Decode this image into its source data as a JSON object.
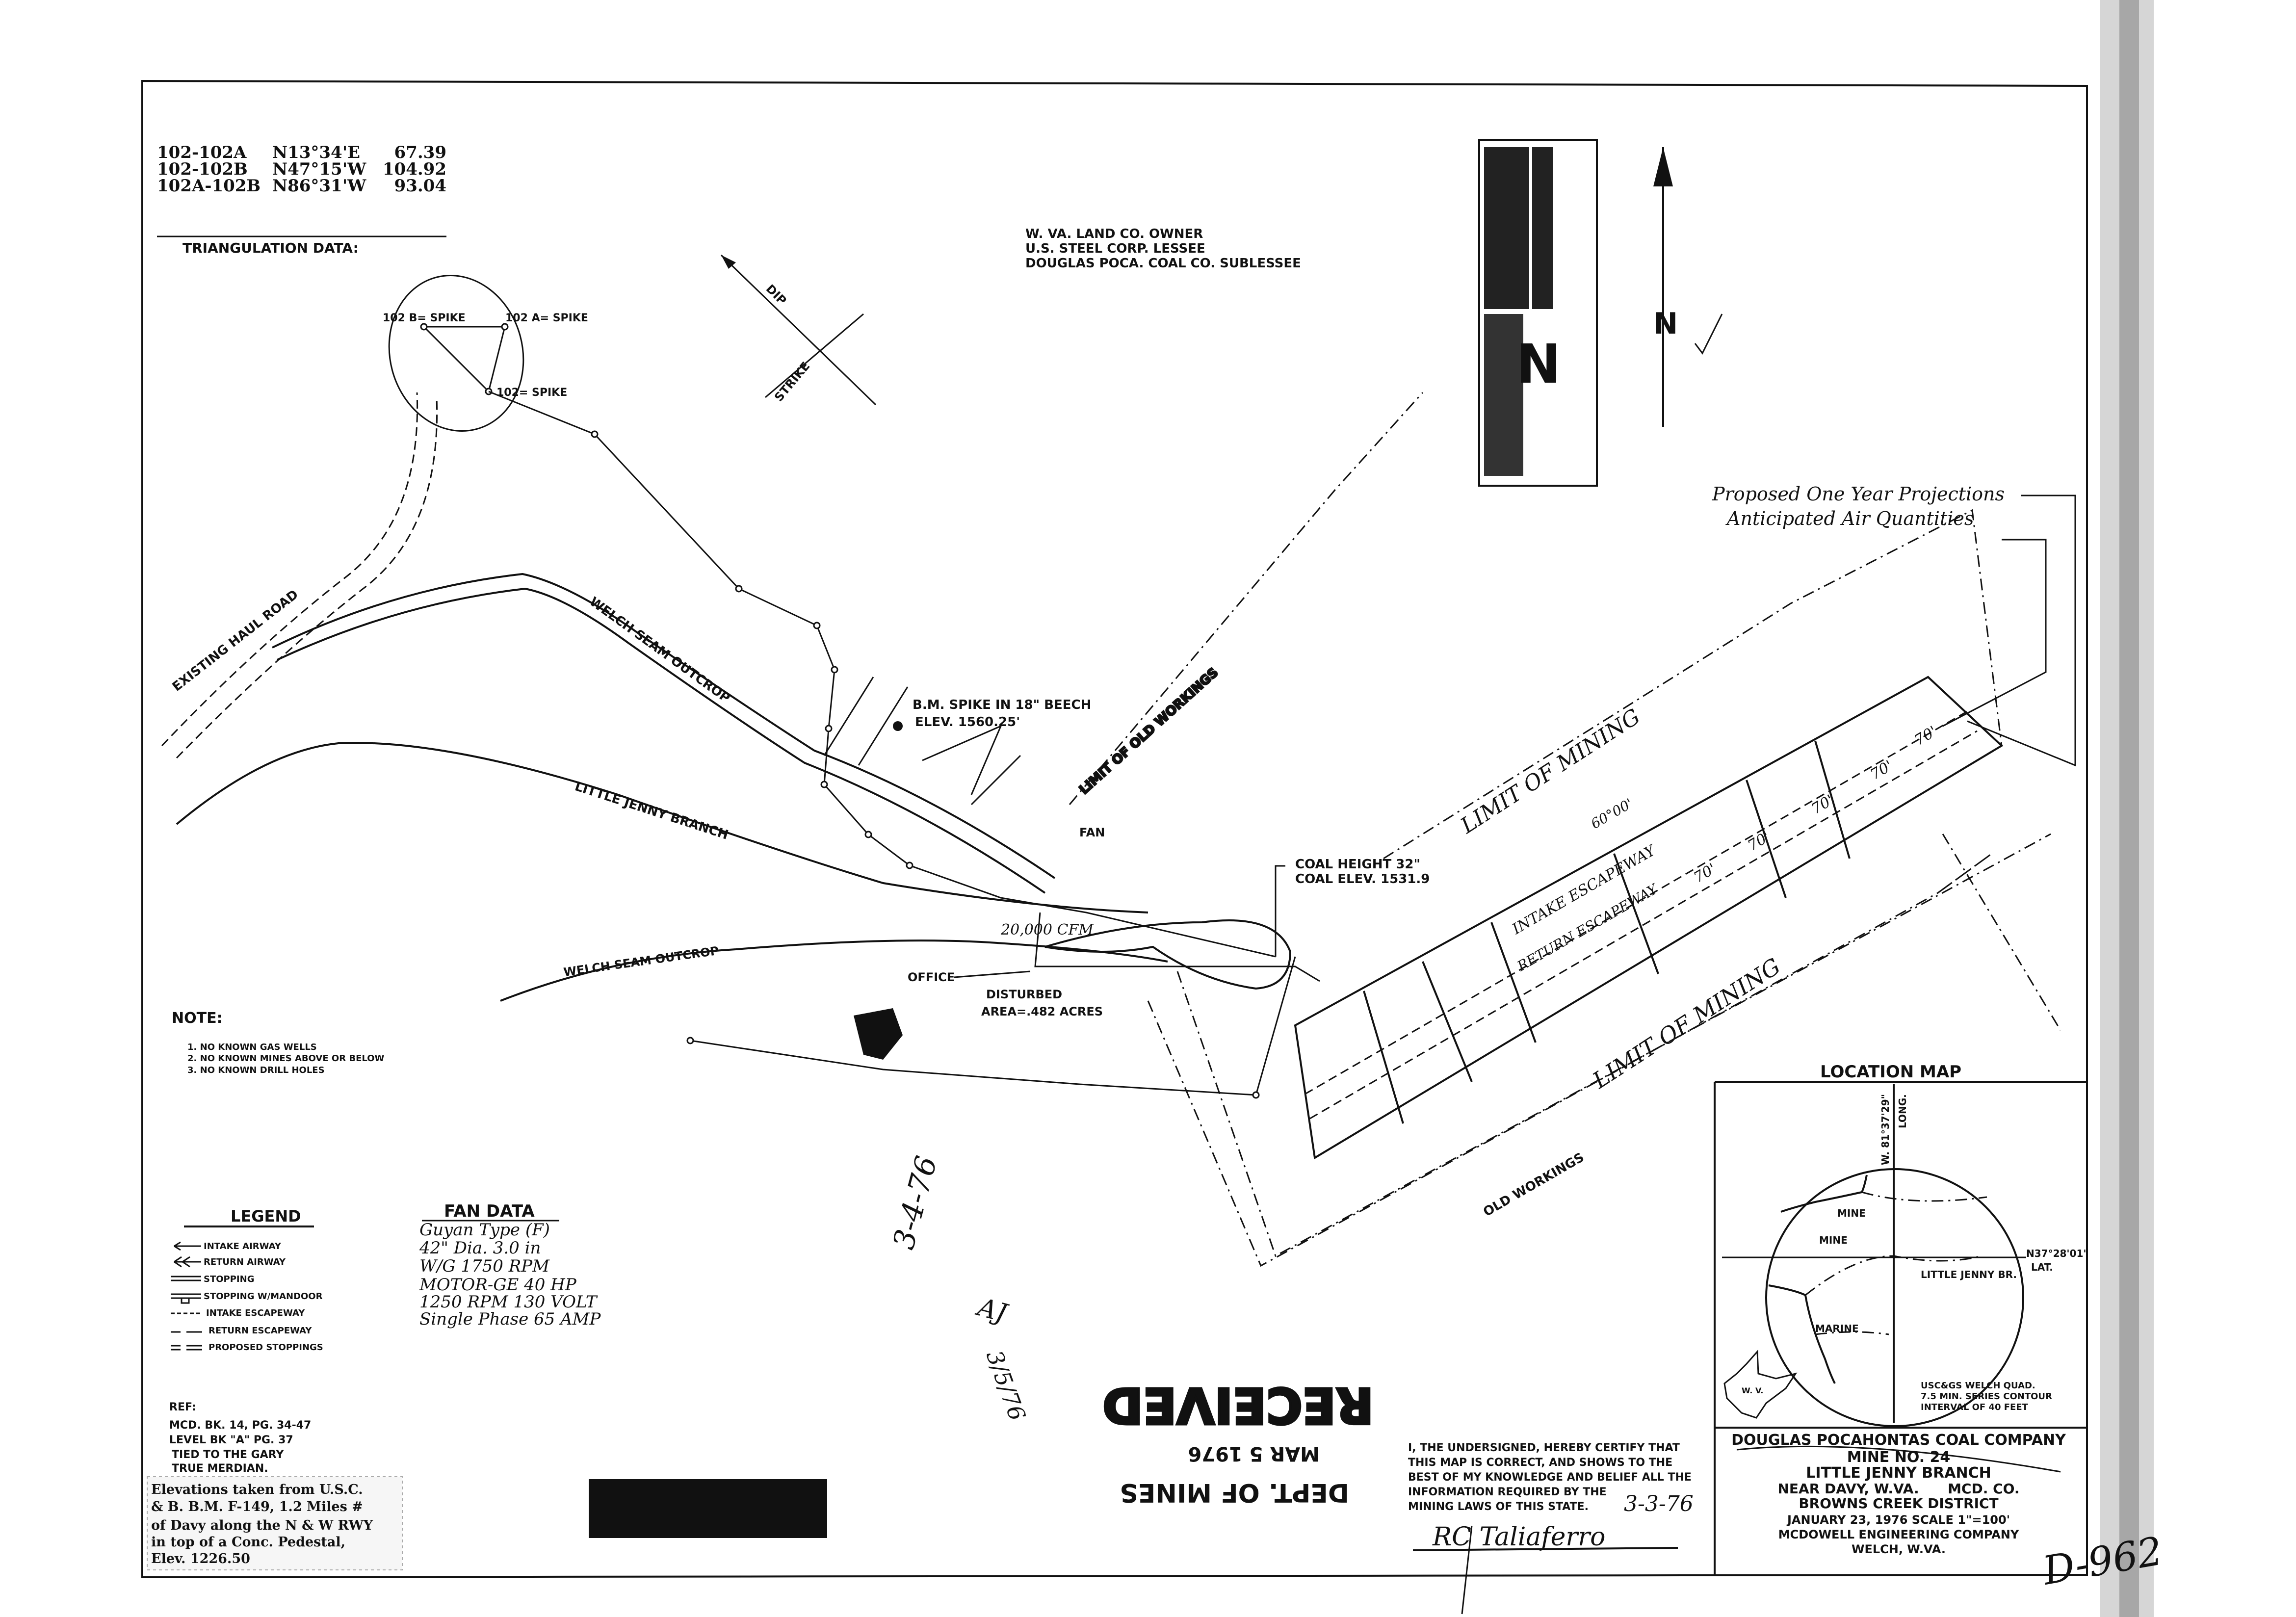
{
  "triangulation": {
    "rows": [
      {
        "line": "102-102A",
        "bearing": "N13°34'E",
        "distance": "67.39"
      },
      {
        "line": "102-102B",
        "bearing": "N47°15'W",
        "distance": "104.92"
      },
      {
        "line": "102A-102B",
        "bearing": "N86°31'W",
        "distance": "93.04"
      }
    ],
    "title": "TRIANGULATION DATA:",
    "stations": {
      "b": "102 B= SPIKE",
      "a": "102 A= SPIKE",
      "c": "102= SPIKE"
    }
  },
  "ownership": [
    "W. VA. LAND CO. OWNER",
    "U.S. STEEL CORP. LESSEE",
    "DOUGLAS POCA. COAL CO. SUBLESSEE"
  ],
  "map_labels": {
    "dip": "DIP",
    "strike": "STRIKE",
    "haul_road": "EXISTING HAUL ROAD",
    "welch_outcrop_upper": "WELCH SEAM OUTCROP",
    "welch_outcrop_lower": "WELCH SEAM OUTCROP",
    "little_jenny": "LITTLE JENNY BRANCH",
    "benchmark_1": "B.M. SPIKE IN 18\" BEECH",
    "benchmark_2": "ELEV. 1560.25'",
    "limit_old_workings": "LIMIT OF OLD WORKINGS",
    "fan": "FAN",
    "office": "OFFICE",
    "disturbed_1": "DISTURBED",
    "disturbed_2": "AREA=.482 ACRES",
    "coal_height": "COAL HEIGHT 32\"",
    "coal_elev": "COAL ELEV. 1531.9",
    "limit_mining_upper": "LIMIT OF MINING",
    "limit_mining_lower": "LIMIT OF MINING",
    "old_workings": "OLD WORKINGS",
    "bearing": "60°00'",
    "crosscut": "70'",
    "intake_escapeway": "INTAKE ESCAPEWAY",
    "return_escapeway": "RETURN ESCAPEWAY",
    "air_quantity": "20,000 CFM",
    "north": "N",
    "projections_1": "Proposed One Year Projections",
    "projections_2": "Anticipated Air Quantities"
  },
  "note": {
    "title": "NOTE:",
    "items": [
      "1. NO KNOWN GAS WELLS",
      "2. NO KNOWN MINES ABOVE OR BELOW",
      "3. NO KNOWN DRILL HOLES"
    ]
  },
  "legend": {
    "title": "LEGEND",
    "items": [
      "INTAKE AIRWAY",
      "RETURN AIRWAY",
      "STOPPING",
      "STOPPING W/MANDOOR",
      "INTAKE ESCAPEWAY",
      "RETURN ESCAPEWAY",
      "PROPOSED STOPPINGS"
    ]
  },
  "fan_data": {
    "title": "FAN DATA",
    "lines": [
      "Guyan Type (F)",
      "42\" Dia. 3.0 in",
      "W/G 1750 RPM",
      "MOTOR-GE 40 HP",
      "1250 RPM 130 VOLT",
      "Single Phase 65 AMP"
    ]
  },
  "ref": {
    "title": "REF:",
    "lines": [
      "MCD. BK. 14, PG. 34-47",
      "LEVEL BK \"A\" PG. 37",
      "TIED TO THE GARY",
      "TRUE MERDIAN."
    ]
  },
  "elevations": [
    "Elevations taken from U.S.C.",
    "& B. B.M. F-149, 1.2 Miles #",
    "of Davy along the N & W RWY",
    "in top of a Conc. Pedestal,",
    "Elev. 1226.50"
  ],
  "annotations": {
    "initials_1": "3-4-76",
    "initials_2": "AJ",
    "initials_2_date": "3/5/76",
    "drawing_no": "D-962"
  },
  "stamp": {
    "line1": "DEPT. OF MINES",
    "line2": "MAR 5 1976",
    "line3": "RECEIVED"
  },
  "certification": {
    "lines": [
      "I, THE UNDERSIGNED, HEREBY CERTIFY THAT",
      "THIS MAP IS CORRECT, AND SHOWS TO THE",
      "BEST OF MY KNOWLEDGE AND BELIEF ALL THE",
      "INFORMATION REQUIRED BY THE",
      "MINING LAWS OF THIS STATE."
    ],
    "date": "3-3-76",
    "signature": "RC Taliaferro"
  },
  "title_block": {
    "company": "DOUGLAS POCAHONTAS COAL COMPANY",
    "mine": "MINE NO. 24",
    "name": "LITTLE JENNY BRANCH",
    "location": "NEAR DAVY, W.VA.      MCD. CO.",
    "district": "BROWNS CREEK DISTRICT",
    "date_scale": "JANUARY 23, 1976   SCALE 1\"=100'",
    "engineer": "MCDOWELL ENGINEERING COMPANY",
    "city": "WELCH, W.VA."
  },
  "location_map": {
    "title": "LOCATION MAP",
    "long": "W. 81°37'29\"",
    "long_label": "LONG.",
    "lat": "N37°28'01\"",
    "lat_label": "LAT.",
    "mine_1": "MINE",
    "mine_2": "MINE",
    "marine": "MARINE",
    "little_jenny": "LITTLE JENNY BR.",
    "state": "W. V.",
    "source": [
      "USC&GS WELCH QUAD.",
      "7.5 MIN. SERIES CONTOUR",
      "INTERVAL OF 40 FEET"
    ]
  }
}
